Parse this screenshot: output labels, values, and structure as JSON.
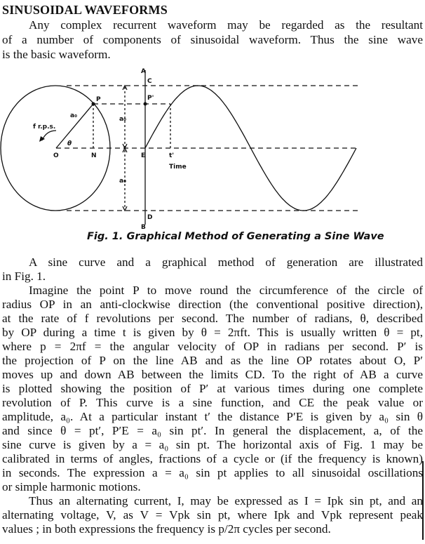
{
  "heading": "SINUSOIDAL WAVEFORMS",
  "intro_lines": [
    "Any complex recurrent waveform may be regarded as the resultant",
    "of a number of components of sinusoidal waveform. Thus the sine wave",
    "is the basic waveform."
  ],
  "figure": {
    "labels": {
      "A": "A",
      "B": "B",
      "C": "C",
      "D": "D",
      "E": "E",
      "P": "P",
      "P_prime": "P'",
      "O": "O",
      "N": "N",
      "theta": "θ",
      "a0_radius": "a₀",
      "a0_upper": "a₀",
      "a0_lower": "a₀",
      "t_prime": "t'",
      "time": "Time",
      "frps": "f r.p.s."
    },
    "caption": "Fig. 1.   Graphical Method of Generating a Sine Wave"
  },
  "body_lines": [
    "A sine curve and a graphical method of generation are illustrated",
    "in Fig. 1.",
    "Imagine the point P to move round the circumference of the circle of",
    "radius OP in an anti-clockwise direction (the conventional positive direction),",
    "at the rate of f revolutions per second.  The number of radians, θ, described",
    "by OP during a time t is given by θ = 2πft.  This is usually written θ = pt,",
    "where p = 2πf = the angular velocity of OP in radians per second.  P′ is",
    "the projection of P on the line AB and as the line OP rotates about O, P′",
    "moves up and down AB between the limits CD.  To the right of AB a curve",
    "is plotted showing the position of P′ at various times during one complete",
    "revolution of P. This curve is a sine function, and CE the peak value or",
    "amplitude, a₀. At a particular instant t′ the distance P′E is given by a₀ sin θ",
    "and since θ = pt′, P′E = a₀ sin pt′. In general the displacement, a, of the",
    "sine curve is given by a = a₀ sin pt. The horizontal axis of Fig. 1 may be",
    "calibrated in terms of angles, fractions of a cycle or (if the frequency is known)",
    "in seconds. The expression a = a₀ sin pt applies to all sinusoidal oscillations",
    "or simple harmonic motions.",
    "Thus an alternating current, I, may be expressed as I = Ipk sin pt, and an",
    "alternating voltage, V, as V = Vpk sin pt, where Ipk and Vpk represent peak",
    "values ;  in both expressions the frequency is p/2π cycles per second."
  ]
}
